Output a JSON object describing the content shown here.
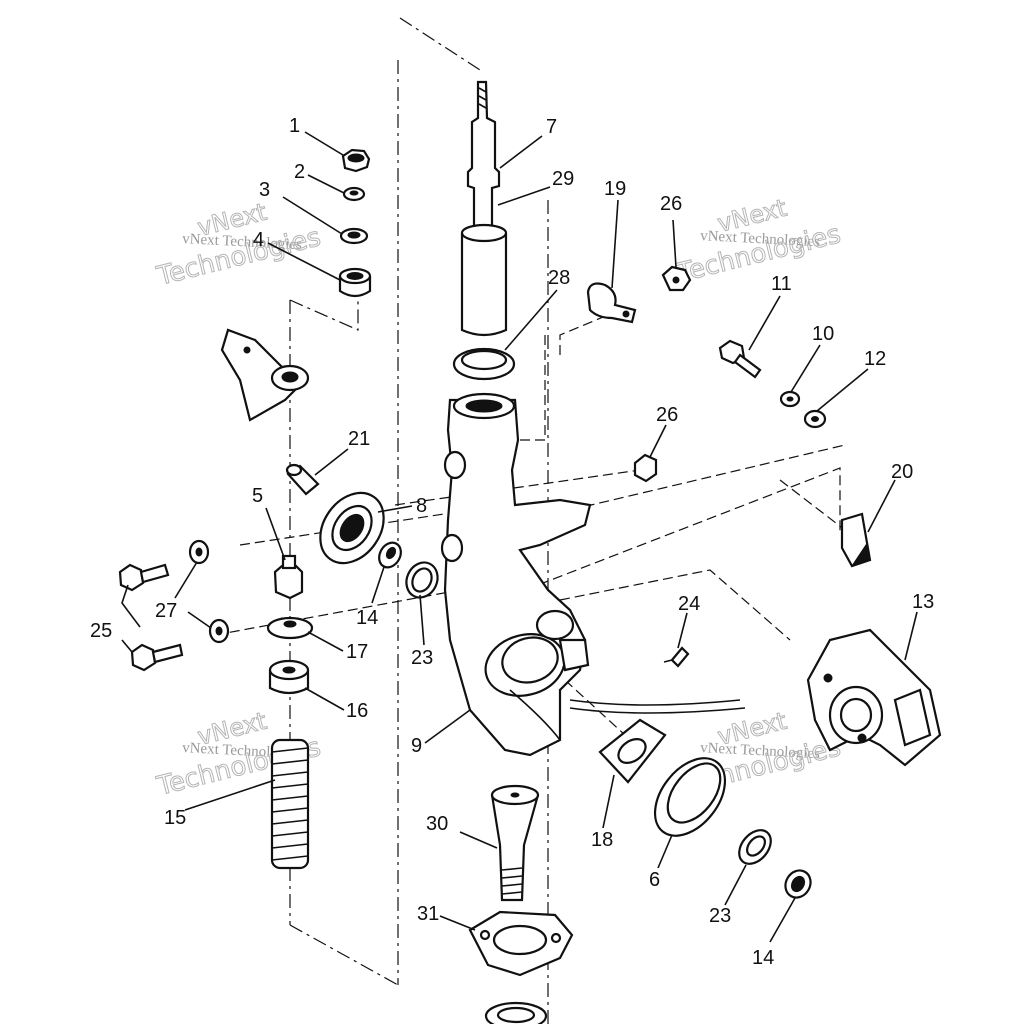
{
  "watermark": {
    "text": "vNext Technologies",
    "big_line1": "vNext",
    "big_line2": "Technologies"
  },
  "callouts": [
    "1",
    "2",
    "3",
    "4",
    "7",
    "29",
    "19",
    "26",
    "28",
    "11",
    "10",
    "12",
    "21",
    "26",
    "5",
    "8",
    "20",
    "25",
    "27",
    "14",
    "13",
    "24",
    "17",
    "23",
    "16",
    "9",
    "15",
    "18",
    "30",
    "6",
    "23",
    "31",
    "14"
  ],
  "parts": [
    {
      "id": "1",
      "name": "nut"
    },
    {
      "id": "2",
      "name": "washer"
    },
    {
      "id": "3",
      "name": "washer"
    },
    {
      "id": "4",
      "name": "bushing"
    },
    {
      "id": "5",
      "name": "grease fitting"
    },
    {
      "id": "6",
      "name": "bearing race"
    },
    {
      "id": "7",
      "name": "spindle"
    },
    {
      "id": "8",
      "name": "seal"
    },
    {
      "id": "9",
      "name": "knuckle"
    },
    {
      "id": "10",
      "name": "washer"
    },
    {
      "id": "11",
      "name": "bolt"
    },
    {
      "id": "12",
      "name": "washer"
    },
    {
      "id": "13",
      "name": "caliper"
    },
    {
      "id": "14",
      "name": "nut"
    },
    {
      "id": "15",
      "name": "spring"
    },
    {
      "id": "16",
      "name": "bushing"
    },
    {
      "id": "17",
      "name": "washer"
    },
    {
      "id": "18",
      "name": "shim"
    },
    {
      "id": "19",
      "name": "clip"
    },
    {
      "id": "20",
      "name": "pad"
    },
    {
      "id": "21",
      "name": "pin"
    },
    {
      "id": "23",
      "name": "washer"
    },
    {
      "id": "24",
      "name": "fitting"
    },
    {
      "id": "25",
      "name": "bolt"
    },
    {
      "id": "26",
      "name": "nut"
    },
    {
      "id": "27",
      "name": "washer"
    },
    {
      "id": "28",
      "name": "seal"
    },
    {
      "id": "29",
      "name": "tube"
    },
    {
      "id": "30",
      "name": "kingpin"
    },
    {
      "id": "31",
      "name": "plate"
    }
  ]
}
